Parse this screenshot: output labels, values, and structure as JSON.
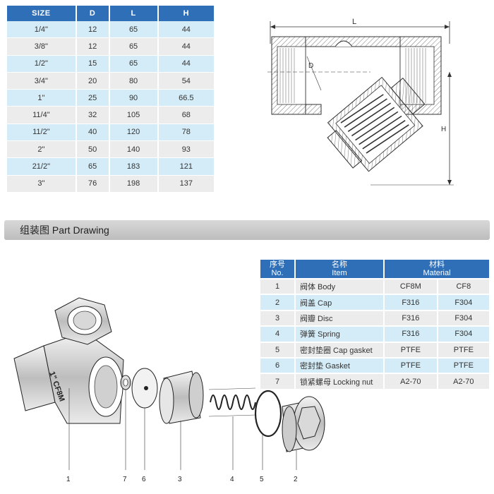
{
  "size_table": {
    "headers": [
      "SIZE",
      "D",
      "L",
      "H"
    ],
    "rows": [
      [
        "1/4\"",
        "12",
        "65",
        "44"
      ],
      [
        "3/8\"",
        "12",
        "65",
        "44"
      ],
      [
        "1/2\"",
        "15",
        "65",
        "44"
      ],
      [
        "3/4\"",
        "20",
        "80",
        "54"
      ],
      [
        "1\"",
        "25",
        "90",
        "66.5"
      ],
      [
        "11/4\"",
        "32",
        "105",
        "68"
      ],
      [
        "11/2\"",
        "40",
        "120",
        "78"
      ],
      [
        "2\"",
        "50",
        "140",
        "93"
      ],
      [
        "21/2\"",
        "65",
        "183",
        "121"
      ],
      [
        "3\"",
        "76",
        "198",
        "137"
      ]
    ]
  },
  "section_drawing": {
    "dim_L": "L",
    "dim_D": "D",
    "dim_H": "H"
  },
  "part_section": {
    "title": "组装图 Part Drawing"
  },
  "parts_table": {
    "header_no": [
      "序号",
      "No."
    ],
    "header_item": [
      "名称",
      "Item"
    ],
    "header_material": [
      "材料",
      "Material"
    ],
    "rows": [
      [
        "1",
        "阀体 Body",
        "CF8M",
        "CF8"
      ],
      [
        "2",
        "阀盖 Cap",
        "F316",
        "F304"
      ],
      [
        "3",
        "阀瓣 Disc",
        "F316",
        "F304"
      ],
      [
        "4",
        "弹簧 Spring",
        "F316",
        "F304"
      ],
      [
        "5",
        "密封垫圈 Cap gasket",
        "PTFE",
        "PTFE"
      ],
      [
        "6",
        "密封垫 Gasket",
        "PTFE",
        "PTFE"
      ],
      [
        "7",
        "锁紧螺母 Locking nut",
        "A2-70",
        "A2-70"
      ]
    ]
  },
  "assembly": {
    "body_marking": "1\" CF8M",
    "callouts": [
      "1",
      "7",
      "6",
      "3",
      "4",
      "5",
      "2"
    ]
  }
}
